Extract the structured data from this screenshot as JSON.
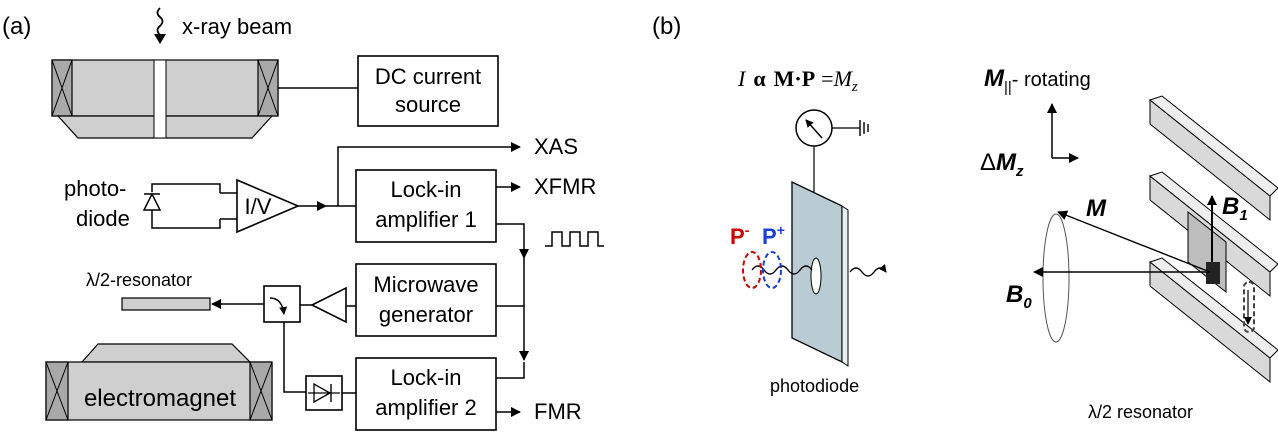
{
  "panel_a": {
    "label": "(a)",
    "xray": "x-ray beam",
    "dc_line1": "DC current",
    "dc_line2": "source",
    "xas": "XAS",
    "xfmr": "XFMR",
    "fmr": "FMR",
    "photodiode_line1": "photo-",
    "photodiode_line2": "diode",
    "iv": "I/V",
    "lockin1_line1": "Lock-in",
    "lockin1_line2": "amplifier 1",
    "lockin2_line1": "Lock-in",
    "lockin2_line2": "amplifier 2",
    "mw_line1": "Microwave",
    "mw_line2": "generator",
    "resonator": "λ/2-resonator",
    "electromagnet": "electromagnet"
  },
  "panel_b": {
    "label": "(b)",
    "eq_I": "I",
    "eq_alpha": "α",
    "eq_MP": "M·P",
    "eq_eq": "=",
    "eq_M": "M",
    "eq_z": "z",
    "p_minus": "P",
    "p_minus_sup": "-",
    "p_plus": "P",
    "p_plus_sup": "+",
    "photodiode": "photodiode",
    "m_par": "M",
    "m_par_sub": "||",
    "m_par_rest": "- rotating",
    "delta": "Δ",
    "dmz": "M",
    "dmz_sub": "z",
    "M": "M",
    "B1": "B",
    "B1_sub": "1",
    "B0": "B",
    "B0_sub": "0",
    "resonator": "λ/2 resonator"
  },
  "colors": {
    "p_minus": "#cc0000",
    "p_plus": "#1a3fd6",
    "photodiode_plate": "#b9cbd3",
    "gray": "#cfcfcf",
    "dark_gray": "#a9a9a9"
  }
}
